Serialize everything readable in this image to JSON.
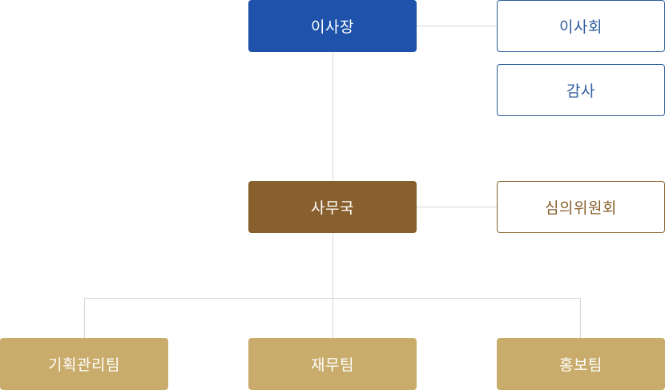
{
  "org_chart": {
    "chairman": "이사장",
    "board": "이사회",
    "audit": "감사",
    "secretariat": "사무국",
    "review_committee": "심의위원회",
    "teams": [
      "기획관리팀",
      "재무팀",
      "홍보팀"
    ]
  },
  "colors": {
    "chairman_bg": "#1e52ab",
    "secretariat_bg": "#88602d",
    "team_bg": "#c9ac6b",
    "outline_blue": "#2f5d9d",
    "outline_brown": "#88602d",
    "connector": "#d6d6d6"
  }
}
